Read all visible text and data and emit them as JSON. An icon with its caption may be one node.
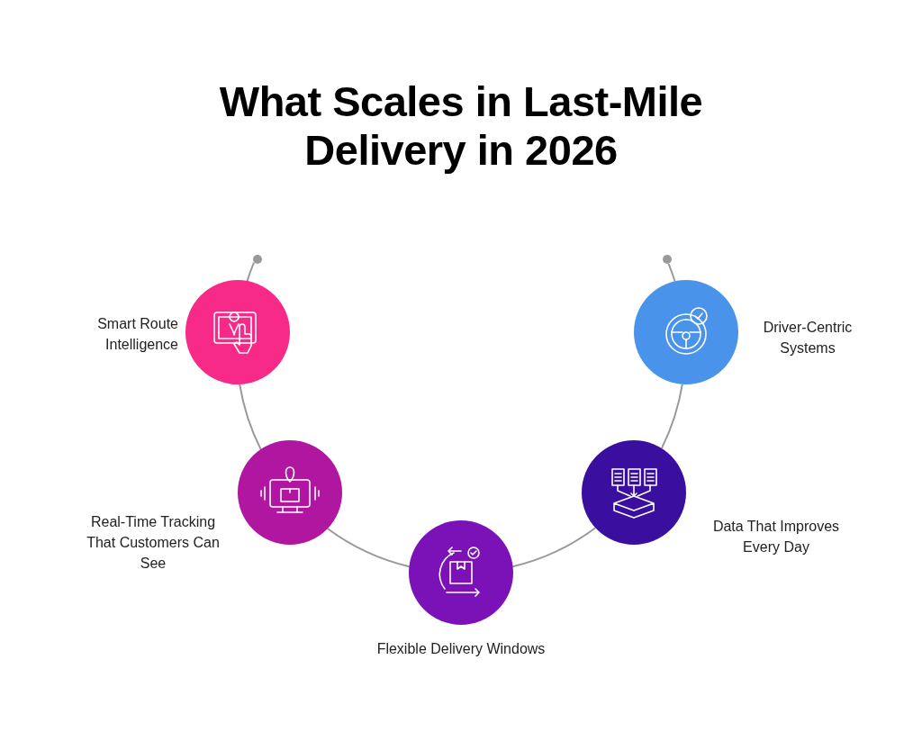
{
  "diagram": {
    "title": "What Scales in Last-Mile Delivery in 2026",
    "nodes": [
      {
        "text": [],
        "shape": "circle"
      },
      {
        "text": [],
        "shape": "circle",
        "beside": [
          "Smart Route Intelligence"
        ]
      },
      {
        "text": [],
        "shape": "circle",
        "beside": [
          "Real-Time Tracking That Customers Can See"
        ]
      },
      {
        "text": [],
        "shape": "circle",
        "beside": [
          "Flexible Delivery Windows"
        ]
      },
      {
        "text": [],
        "shape": "circle",
        "beside": [
          "Data That Improves Every Day"
        ]
      },
      {
        "text": [],
        "shape": "circle",
        "beside": [
          "Driver-Centric Systems"
        ]
      },
      {
        "text": [],
        "shape": "circle"
      }
    ],
    "edges": [
      {
        "from": 0,
        "to": 1,
        "arrow": "none"
      },
      {
        "from": 1,
        "to": 2,
        "arrow": "none"
      },
      {
        "from": 2,
        "to": 3,
        "arrow": "none"
      },
      {
        "from": 3,
        "to": 4,
        "arrow": "none"
      },
      {
        "from": 4,
        "to": 5,
        "arrow": "none"
      },
      {
        "from": 5,
        "to": 6,
        "arrow": "none"
      }
    ]
  }
}
